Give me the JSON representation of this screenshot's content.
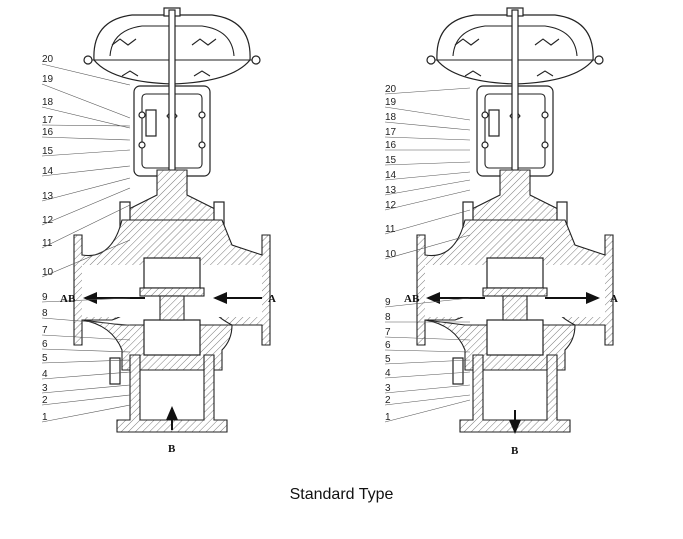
{
  "caption": "Standard Type",
  "left_valve": {
    "part_labels": [
      "20",
      "19",
      "18",
      "17",
      "16",
      "15",
      "14",
      "13",
      "12",
      "11",
      "10",
      "9",
      "8",
      "7",
      "6",
      "5",
      "4",
      "3",
      "2",
      "1"
    ],
    "ports": {
      "left": "AB",
      "right": "A",
      "bottom": "B"
    }
  },
  "right_valve": {
    "part_labels": [
      "20",
      "19",
      "18",
      "17",
      "16",
      "15",
      "14",
      "13",
      "12",
      "11",
      "10",
      "9",
      "8",
      "7",
      "6",
      "5",
      "4",
      "3",
      "2",
      "1"
    ],
    "ports": {
      "left": "AB",
      "right": "A",
      "bottom": "B"
    }
  }
}
